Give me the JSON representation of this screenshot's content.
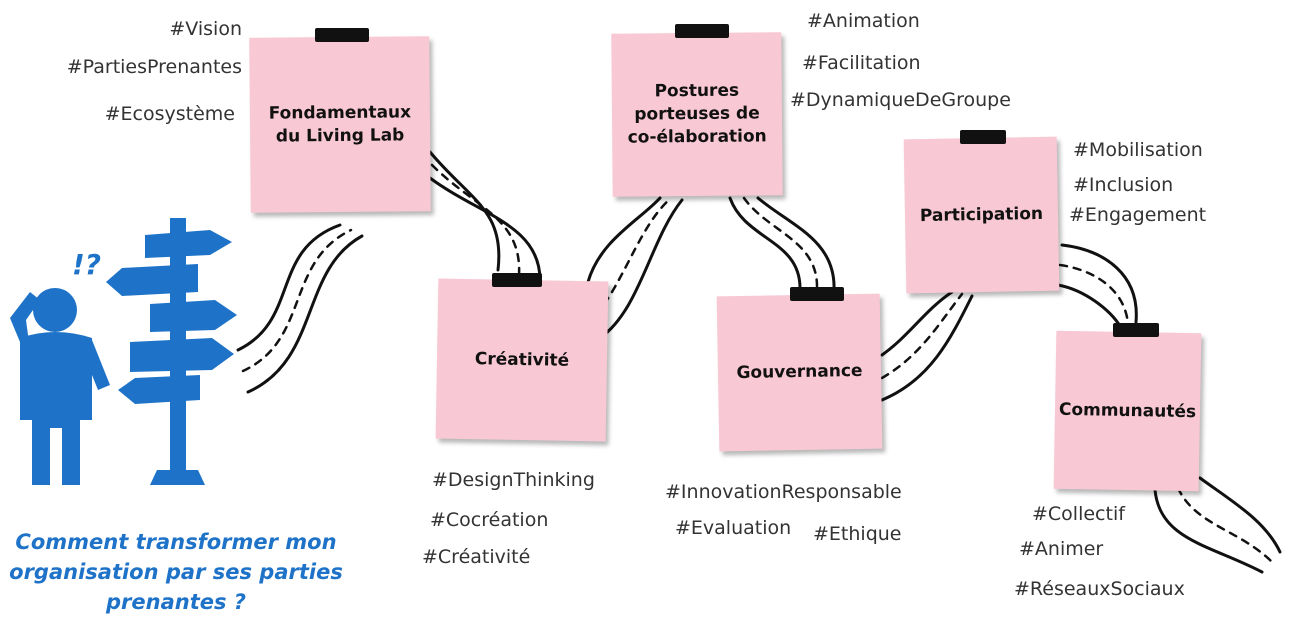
{
  "stages": [
    {
      "id": "fondamentaux",
      "title": "Fondamentaux du Living Lab",
      "tags": [
        "#Vision",
        "#PartiesPrenantes",
        "#Ecosystème"
      ]
    },
    {
      "id": "creativite",
      "title": "Créativité",
      "tags": [
        "#DesignThinking",
        "#Cocréation",
        "#Créativité"
      ]
    },
    {
      "id": "postures",
      "title": "Postures porteuses de co-élaboration",
      "tags": [
        "#Animation",
        "#Facilitation",
        "#DynamiqueDeGroupe"
      ]
    },
    {
      "id": "gouvernance",
      "title": "Gouvernance",
      "tags": [
        "#InnovationResponsable",
        "#Evaluation",
        "#Ethique"
      ]
    },
    {
      "id": "participation",
      "title": "Participation",
      "tags": [
        "#Mobilisation",
        "#Inclusion",
        "#Engagement"
      ]
    },
    {
      "id": "communautes",
      "title": "Communautés",
      "tags": [
        "#Collectif",
        "#Animer",
        "#RéseauxSociaux"
      ]
    }
  ],
  "question": "Comment transformer mon organisation par ses parties prenantes ?",
  "figure_mark": "!?",
  "colors": {
    "note": "#f8c8d4",
    "accent": "#1e73c8",
    "tape": "#111111",
    "text": "#333333"
  }
}
